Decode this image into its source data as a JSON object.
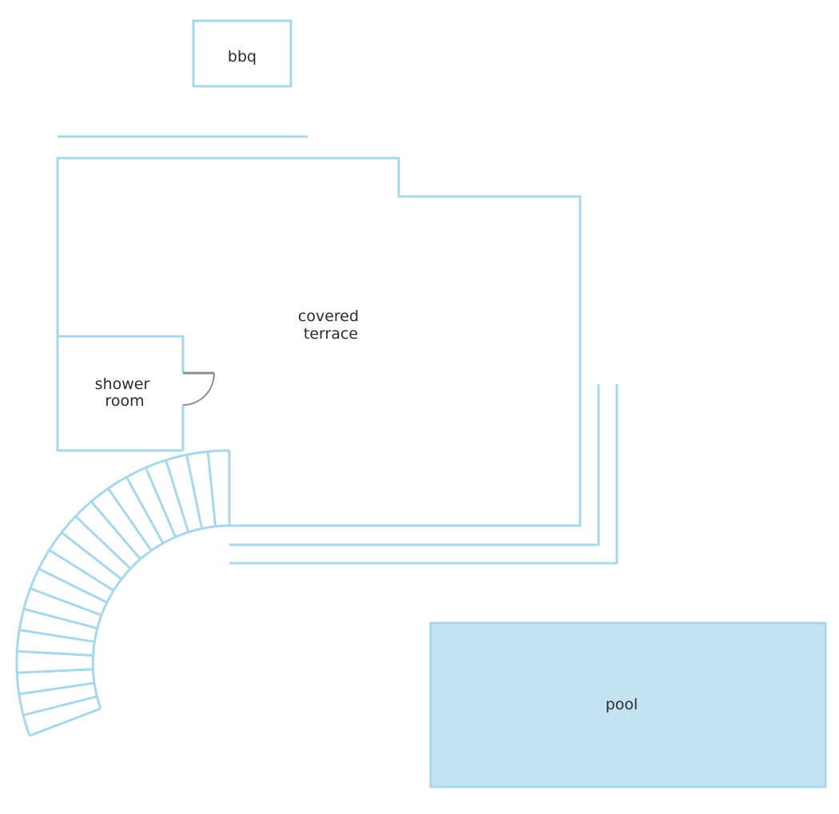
{
  "labels": {
    "bbq": "bbq",
    "covered_terrace": [
      "covered",
      "terrace"
    ],
    "shower_room": [
      "shower",
      "room"
    ],
    "pool": "pool"
  },
  "colors": {
    "wall": "#a6d7eb",
    "pool_fill": "#c3e3f5",
    "door": "#8d8d8d",
    "text": "#2b2b2b",
    "background": "#ffffff"
  }
}
